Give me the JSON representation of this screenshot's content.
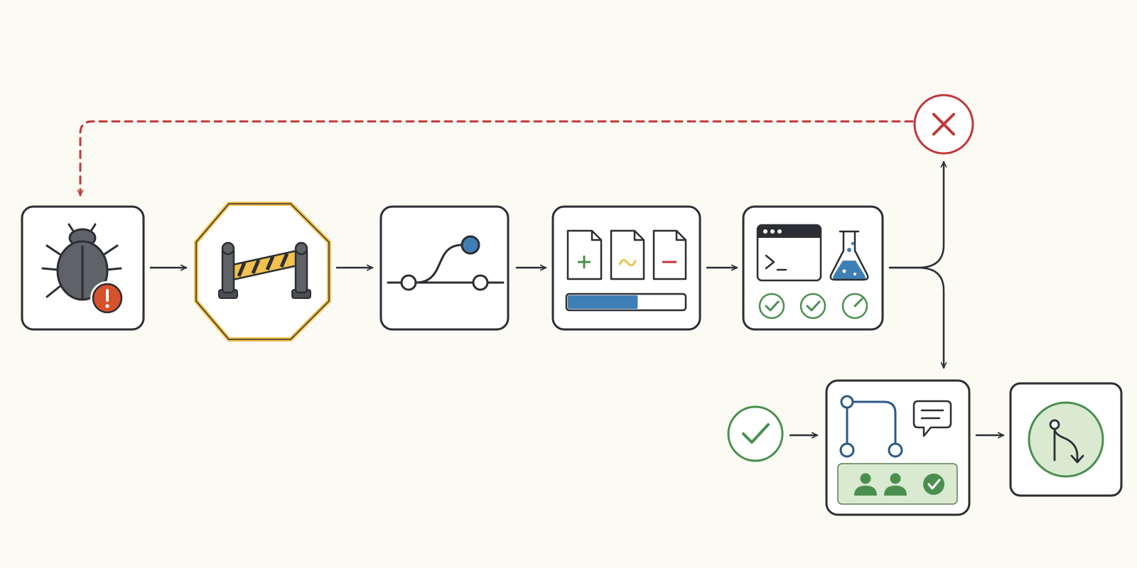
{
  "colors": {
    "background": "#fbfaf3",
    "outline": "#2c2e33",
    "failure_red": "#c0383a",
    "barrier_yellow": "#f2c14e",
    "accent_blue": "#3f7fb6",
    "success_green": "#4a8f4f",
    "success_fill": "#d9ead0",
    "bug_gray": "#5f6368"
  },
  "nodes": [
    {
      "id": "bug-report",
      "icon": "bug-with-alert-icon"
    },
    {
      "id": "barrier-gate",
      "icon": "barrier-gate-icon"
    },
    {
      "id": "git-branch",
      "icon": "branch-curve-icon"
    },
    {
      "id": "code-changes",
      "icon": "file-diff-icons",
      "progress": 0.6
    },
    {
      "id": "run-tests",
      "icon": "terminal-and-flask-icons",
      "checks": [
        "passed",
        "passed",
        "running"
      ]
    },
    {
      "id": "failure",
      "icon": "close-circle-icon"
    },
    {
      "id": "passed",
      "icon": "check-circle-icon"
    },
    {
      "id": "pull-request-review",
      "icon": "pull-request-review-icon"
    },
    {
      "id": "merge",
      "icon": "merge-icon"
    }
  ],
  "flow": [
    [
      "bug-report",
      "barrier-gate"
    ],
    [
      "barrier-gate",
      "git-branch"
    ],
    [
      "git-branch",
      "code-changes"
    ],
    [
      "code-changes",
      "run-tests"
    ],
    [
      "run-tests",
      "failure"
    ],
    [
      "run-tests",
      "pull-request-review"
    ],
    [
      "failure",
      "bug-report"
    ],
    [
      "passed",
      "pull-request-review"
    ],
    [
      "pull-request-review",
      "merge"
    ]
  ]
}
